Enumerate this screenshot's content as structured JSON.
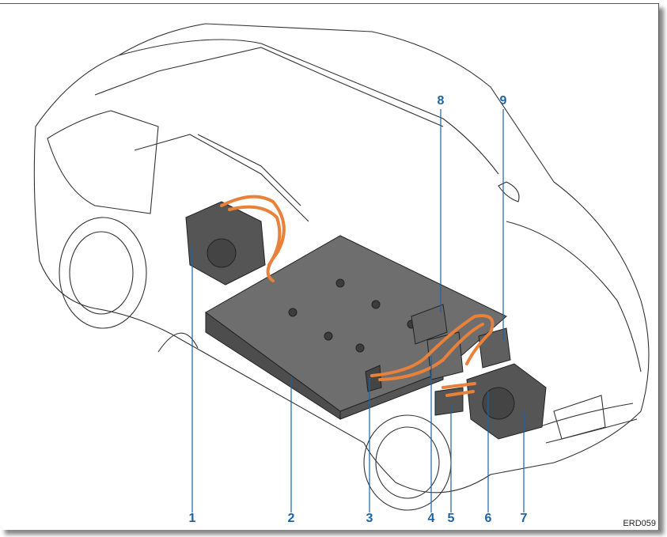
{
  "figure_code": "ERD059",
  "callouts": {
    "c1": "1",
    "c2": "2",
    "c3": "3",
    "c4": "4",
    "c5": "5",
    "c6": "6",
    "c7": "7",
    "c8": "8",
    "c9": "9"
  },
  "colors": {
    "callout": "#1b63a6",
    "cable": "#e8813a",
    "component": "#5a5a5a"
  }
}
